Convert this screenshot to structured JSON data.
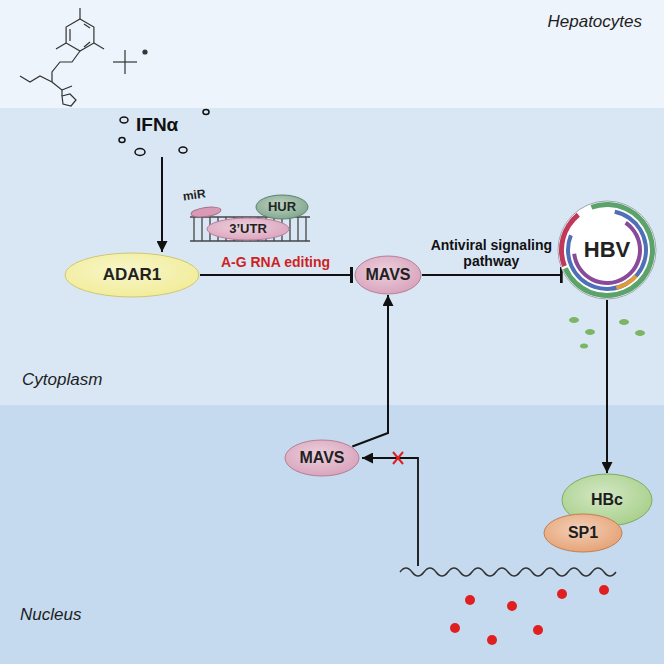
{
  "diagram": {
    "nodes": [
      {
        "text": [
          "Hepatocytes"
        ]
      },
      {
        "text": [
          "Cytoplasm"
        ]
      },
      {
        "text": [
          "Nucleus"
        ]
      },
      {
        "text": [
          "ADAR1"
        ],
        "in": 1
      },
      {
        "text": [
          "3’UTR"
        ],
        "in": 1
      },
      {
        "text": [
          "HUR"
        ],
        "in": 1
      },
      {
        "text": [
          "MAVS"
        ],
        "in": 1
      },
      {
        "text": [
          "HBV"
        ],
        "in": 1
      },
      {
        "text": [
          "HBc"
        ],
        "in": 2
      },
      {
        "text": [
          "SP1"
        ],
        "in": 2
      },
      {
        "text": [
          "MAVS"
        ],
        "in": 2
      }
    ],
    "edges": [
      {
        "from": 3,
        "to": 6,
        "arrow": "to",
        "label": "A-G RNA editing"
      },
      {
        "from": 6,
        "to": 7,
        "arrow": "to",
        "label": "Antiviral signaling pathway"
      },
      {
        "from": 7,
        "to": 8,
        "arrow": "to"
      },
      {
        "from": 10,
        "to": 6,
        "arrow": "to"
      }
    ],
    "labels": [
      "IFNα",
      "miR"
    ]
  }
}
